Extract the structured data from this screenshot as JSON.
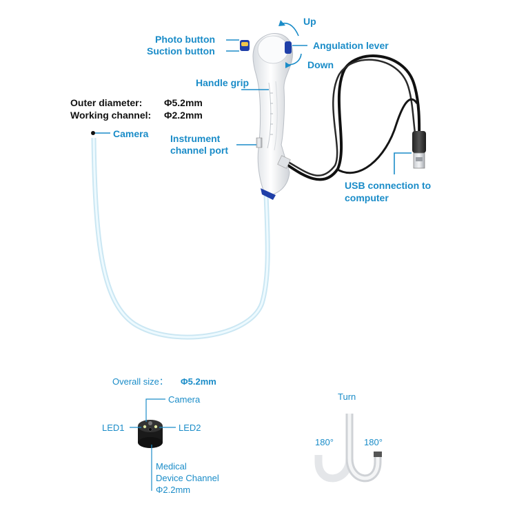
{
  "labels": {
    "photo_button": "Photo button",
    "suction_button": "Suction button",
    "up": "Up",
    "angulation_lever": "Angulation lever",
    "down": "Down",
    "handle_grip": "Handle grip",
    "outer_diameter_label": "Outer diameter:",
    "outer_diameter_value": "Φ5.2mm",
    "working_channel_label": "Working channel:",
    "working_channel_value": "Φ2.2mm",
    "camera": "Camera",
    "instrument_port_line1": "Instrument",
    "instrument_port_line2": "channel port",
    "usb_line1": "USB connection to",
    "usb_line2": "computer"
  },
  "tip_detail": {
    "overall_size_label": "Overall size：",
    "overall_size_value": "Φ5.2mm",
    "camera": "Camera",
    "led1": "LED1",
    "led2": "LED2",
    "channel_line1": "Medical",
    "channel_line2": "Device Channel",
    "channel_line3": "Φ2.2mm"
  },
  "turn_detail": {
    "title": "Turn",
    "left_angle": "180°",
    "right_angle": "180°"
  },
  "colors": {
    "label_blue": "#1a8cc8",
    "handle_white": "#f4f6f8",
    "accent_blue": "#1f3fa8",
    "tube": "#dff3fb",
    "cable": "#111111"
  }
}
